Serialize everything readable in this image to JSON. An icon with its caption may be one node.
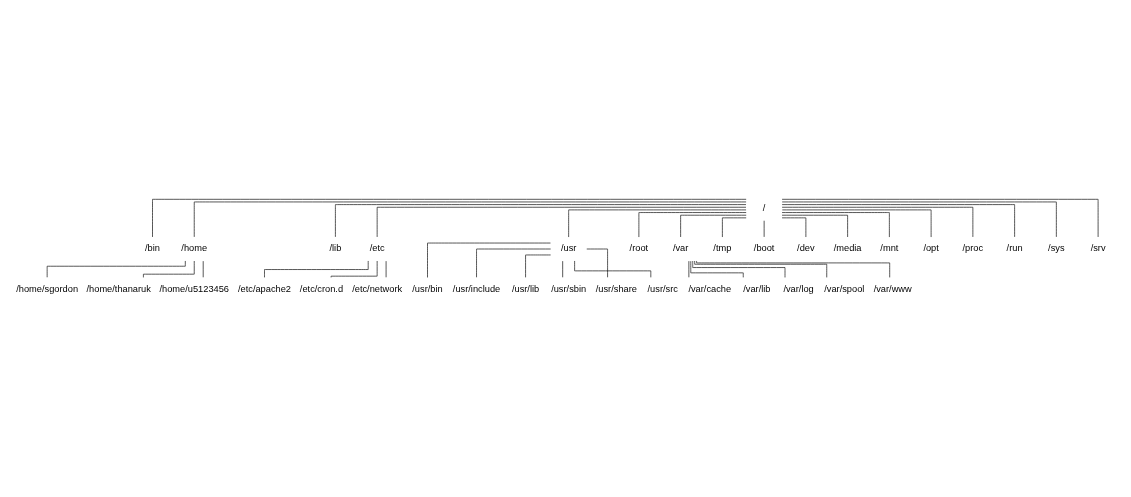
{
  "diagram": {
    "nodes": [
      {
        "text": [
          "/"
        ]
      },
      {
        "text": [
          "/bin"
        ]
      },
      {
        "text": [
          "/home"
        ]
      },
      {
        "text": [
          "/lib"
        ]
      },
      {
        "text": [
          "/etc"
        ]
      },
      {
        "text": [
          "/usr"
        ]
      },
      {
        "text": [
          "/root"
        ]
      },
      {
        "text": [
          "/var"
        ]
      },
      {
        "text": [
          "/tmp"
        ]
      },
      {
        "text": [
          "/boot"
        ]
      },
      {
        "text": [
          "/dev"
        ]
      },
      {
        "text": [
          "/media"
        ]
      },
      {
        "text": [
          "/mnt"
        ]
      },
      {
        "text": [
          "/opt"
        ]
      },
      {
        "text": [
          "/proc"
        ]
      },
      {
        "text": [
          "/run"
        ]
      },
      {
        "text": [
          "/sys"
        ]
      },
      {
        "text": [
          "/srv"
        ]
      },
      {
        "text": [
          "/home/sgordon"
        ]
      },
      {
        "text": [
          "/home/thanaruk"
        ]
      },
      {
        "text": [
          "/home/u5123456"
        ]
      },
      {
        "text": [
          "/usr/bin"
        ]
      },
      {
        "text": [
          "/usr/include"
        ]
      },
      {
        "text": [
          "/usr/lib"
        ]
      },
      {
        "text": [
          "/usr/sbin"
        ]
      },
      {
        "text": [
          "/usr/share"
        ]
      },
      {
        "text": [
          "/usr/src"
        ]
      },
      {
        "text": [
          "/var/cache"
        ]
      },
      {
        "text": [
          "/var/lib"
        ]
      },
      {
        "text": [
          "/var/log"
        ]
      },
      {
        "text": [
          "/var/spool"
        ]
      },
      {
        "text": [
          "/var/www"
        ]
      },
      {
        "text": [
          "/etc/apache2"
        ]
      },
      {
        "text": [
          "/etc/cron.d"
        ]
      },
      {
        "text": [
          "/etc/network"
        ]
      }
    ],
    "edges": [
      {
        "from": 0,
        "to": 1,
        "arrow": "none"
      },
      {
        "from": 0,
        "to": 2,
        "arrow": "none"
      },
      {
        "from": 0,
        "to": 3,
        "arrow": "none"
      },
      {
        "from": 0,
        "to": 4,
        "arrow": "none"
      },
      {
        "from": 0,
        "to": 5,
        "arrow": "none"
      },
      {
        "from": 0,
        "to": 6,
        "arrow": "none"
      },
      {
        "from": 0,
        "to": 7,
        "arrow": "none"
      },
      {
        "from": 0,
        "to": 8,
        "arrow": "none"
      },
      {
        "from": 0,
        "to": 9,
        "arrow": "none"
      },
      {
        "from": 0,
        "to": 10,
        "arrow": "none"
      },
      {
        "from": 0,
        "to": 11,
        "arrow": "none"
      },
      {
        "from": 0,
        "to": 12,
        "arrow": "none"
      },
      {
        "from": 0,
        "to": 13,
        "arrow": "none"
      },
      {
        "from": 0,
        "to": 14,
        "arrow": "none"
      },
      {
        "from": 0,
        "to": 15,
        "arrow": "none"
      },
      {
        "from": 0,
        "to": 16,
        "arrow": "none"
      },
      {
        "from": 0,
        "to": 17,
        "arrow": "none"
      },
      {
        "from": 2,
        "to": 18,
        "arrow": "none"
      },
      {
        "from": 2,
        "to": 19,
        "arrow": "none"
      },
      {
        "from": 2,
        "to": 20,
        "arrow": "none"
      },
      {
        "from": 5,
        "to": 21,
        "arrow": "none"
      },
      {
        "from": 5,
        "to": 22,
        "arrow": "none"
      },
      {
        "from": 5,
        "to": 23,
        "arrow": "none"
      },
      {
        "from": 5,
        "to": 24,
        "arrow": "none"
      },
      {
        "from": 5,
        "to": 25,
        "arrow": "none"
      },
      {
        "from": 5,
        "to": 26,
        "arrow": "none"
      },
      {
        "from": 7,
        "to": 27,
        "arrow": "none"
      },
      {
        "from": 7,
        "to": 28,
        "arrow": "none"
      },
      {
        "from": 7,
        "to": 29,
        "arrow": "none"
      },
      {
        "from": 7,
        "to": 30,
        "arrow": "none"
      },
      {
        "from": 7,
        "to": 31,
        "arrow": "none"
      },
      {
        "from": 4,
        "to": 32,
        "arrow": "none"
      },
      {
        "from": 4,
        "to": 33,
        "arrow": "none"
      },
      {
        "from": 4,
        "to": 34,
        "arrow": "none"
      }
    ]
  }
}
